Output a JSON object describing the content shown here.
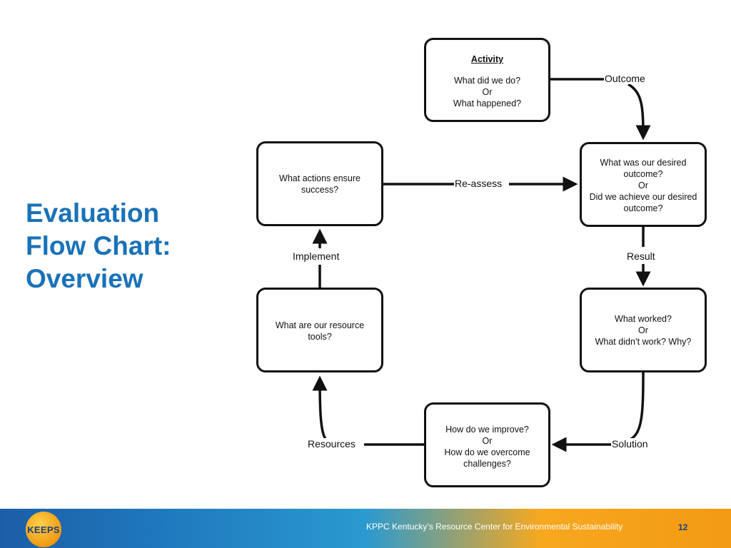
{
  "title": {
    "line1": "Evaluation",
    "line2": "Flow Chart:",
    "line3": "Overview"
  },
  "boxes": {
    "activity": {
      "heading": "Activity",
      "line1": "What did we do?",
      "line2": "Or",
      "line3": "What happened?"
    },
    "desired_outcome": {
      "line1": "What was our desired",
      "line2": "outcome?",
      "line3": "Or",
      "line4": "Did we achieve our desired",
      "line5": "outcome?"
    },
    "what_worked": {
      "line1": "What worked?",
      "line2": "Or",
      "line3": "What didn’t work? Why?"
    },
    "improve": {
      "line1": "How do we improve?",
      "line2": "Or",
      "line3": "How do we overcome",
      "line4": "challenges?"
    },
    "resource_tools": {
      "line1": "What are our resource",
      "line2": "tools?"
    },
    "ensure_success": {
      "line1": "What actions  ensure",
      "line2": "success?"
    }
  },
  "edges": {
    "outcome": "Outcome",
    "result": "Result",
    "solution": "Solution",
    "resources": "Resources",
    "implement": "Implement",
    "reassess": "Re-assess"
  },
  "footer": {
    "logo_text": "KEEPS",
    "org": "KPPC  Kentucky’s Resource Center for Environmental Sustainability",
    "page_number": "12"
  }
}
